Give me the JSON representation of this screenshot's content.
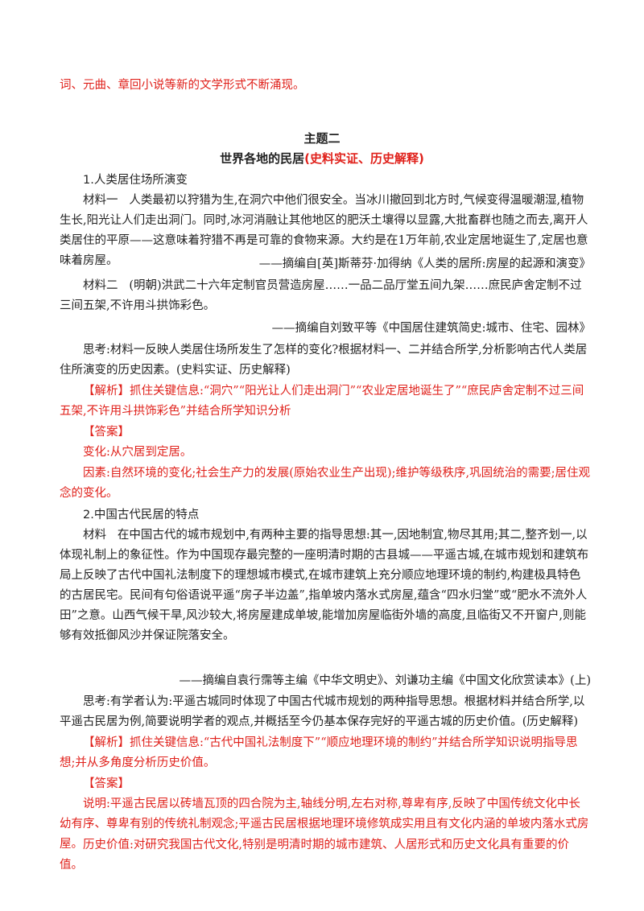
{
  "continuation": "词、元曲、章回小说等新的文学形式不断涌现。",
  "topic_label": "主题二",
  "topic_title": "世界各地的民居",
  "topic_tags": "(史料实证、历史解释)",
  "section1": {
    "heading": "1.人类居住场所演变",
    "material1_label": "材料一",
    "material1_text": "人类最初以狩猎为生,在洞穴中他们很安全。当冰川撤回到北方时,气候变得温暖潮湿,植物生长,阳光让人们走出洞门。同时,冰河消融让其他地区的肥沃土壤得以显露,大批畜群也随之而去,离开人类居住的平原——这意味着狩猎不再是可靠的食物来源。大约是在1万年前,农业定居地诞生了,定居也意味着房屋。",
    "material1_source": "——摘编自[英]斯蒂芬·加得纳《人类的居所:房屋的起源和演变》",
    "material2_label": "材料二",
    "material2_text": "(明朝)洪武二十六年定制官员营造房屋……一品二品厅堂五间九架……庶民庐舍定制不过三间五架,不许用斗拱饰彩色。",
    "material2_source": "——摘编自刘致平等《中国居住建筑简史:城市、住宅、园林》",
    "question": "思考:材料一反映人类居住场所发生了怎样的变化?根据材料一、二并结合所学,分析影响古代人类居住所演变的历史因素。(史料实证、历史解释)",
    "analysis": "【解析】抓住关键信息:“洞穴”“阳光让人们走出洞门”“农业定居地诞生了”“庶民庐舍定制不过三间五架,不许用斗拱饰彩色”并结合所学知识分析",
    "answer_label": "【答案】",
    "answer1": "变化:从穴居到定居。",
    "answer2": "因素:自然环境的变化;社会生产力的发展(原始农业生产出现);维护等级秩序,巩固统治的需要;居住观念的变化。"
  },
  "section2": {
    "heading": "2.中国古代民居的特点",
    "material_label": "材料",
    "material_text": "在中国古代的城市规划中,有两种主要的指导思想:其一,因地制宜,物尽其用;其二,整齐划一,以体现礼制上的象征性。作为中国现存最完整的一座明清时期的古县城——平遥古城,在城市规划和建筑布局上反映了古代中国礼法制度下的理想城市模式,在城市建筑上充分顺应地理环境的制约,构建极具特色的古居民宅。民间有句俗语说平遥“房子半边盖”,指单坡内落水式房屋,蕴含“四水归堂”或“肥水不流外人田”之意。山西气候干旱,风沙较大,将房屋建成单坡,能增加房屋临街外墙的高度,且临街又不开窗户,则能够有效抵御风沙并保证院落安全。",
    "material_source": "——摘编自袁行霈等主编《中华文明史》、刘谦功主编《中国文化欣赏读本》(上)",
    "question": "思考:有学者认为:平遥古城同时体现了中国古代城市规划的两种指导思想。根据材料并结合所学,以平遥古民居为例,简要说明学者的观点,并概括至今仍基本保存完好的平遥古城的历史价值。(历史解释)",
    "analysis": "【解析】抓住关键信息:“古代中国礼法制度下”“顺应地理环境的制约”并结合所学知识说明指导思想;并从多角度分析历史价值。",
    "answer_label": "【答案】",
    "answer1": "说明:平遥古民居以砖墙瓦顶的四合院为主,轴线分明,左右对称,尊卑有序,反映了中国传统文化中长幼有序、尊卑有别的传统礼制观念;平遥古民居根据地理环境修筑成实用且有文化内涵的单坡内落水式房屋。",
    "answer2": "历史价值:对研究我国古代文化,特别是明清时期的城市建筑、人居形式和历史文化具有重要的价值。"
  }
}
